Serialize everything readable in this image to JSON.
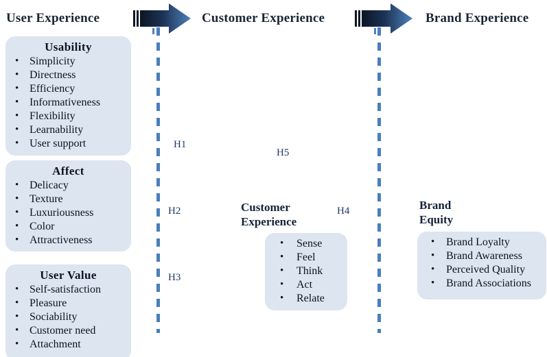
{
  "headers": {
    "user_experience": "User Experience",
    "customer_experience": "Customer Experience",
    "brand_experience": "Brand Experience"
  },
  "arrows": {
    "arrow_1_name": "right-arrow-ux-to-cx",
    "arrow_2_name": "right-arrow-cx-to-bx",
    "gradient_start": "#0d1b2e",
    "gradient_end": "#4a7ebb"
  },
  "separators": {
    "color": "#4a7ebb",
    "style": "dashed-vertical"
  },
  "left_column": {
    "boxes": [
      {
        "title": "Usability",
        "items": [
          "Simplicity",
          "Directness",
          "Efficiency",
          "Informativeness",
          "Flexibility",
          "Learnability",
          "User support"
        ]
      },
      {
        "title": "Affect",
        "items": [
          "Delicacy",
          "Texture",
          "Luxuriousness",
          "Color",
          "Attractiveness"
        ]
      },
      {
        "title": "User Value",
        "items": [
          "Self-satisfaction",
          "Pleasure",
          "Sociability",
          "Customer need",
          "Attachment"
        ]
      }
    ]
  },
  "center_column": {
    "construct_title": "Customer\nExperience",
    "items": [
      "Sense",
      "Feel",
      "Think",
      "Act",
      "Relate"
    ]
  },
  "right_column": {
    "construct_title": "Brand\nEquity",
    "items": [
      "Brand Loyalty",
      "Brand Awareness",
      "Perceived Quality",
      "Brand Associations"
    ]
  },
  "hypotheses": [
    {
      "id": "h1",
      "label": "H1"
    },
    {
      "id": "h2",
      "label": "H2"
    },
    {
      "id": "h3",
      "label": "H3"
    },
    {
      "id": "h4",
      "label": "H4"
    },
    {
      "id": "h5",
      "label": "H5"
    }
  ],
  "colors": {
    "box_fill": "#dce5f0",
    "title_navy": "#152238",
    "hypothesis_text": "#1f3864",
    "accent_blue": "#4a7ebb",
    "background": "#ffffff"
  }
}
